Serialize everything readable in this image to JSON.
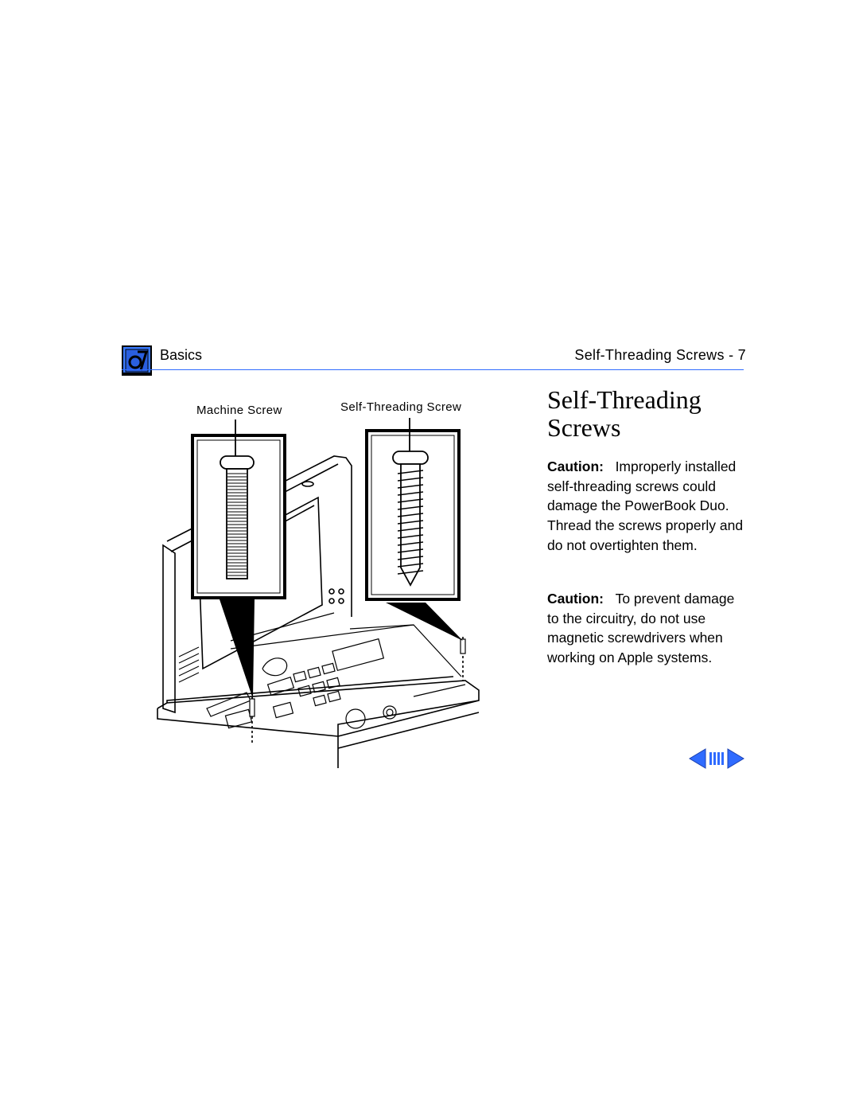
{
  "header": {
    "section": "Basics",
    "page_ref": "Self-Threading Screws - 7"
  },
  "figure": {
    "label_machine": "Machine Screw",
    "label_self_threading": "Self-Threading Screw"
  },
  "content": {
    "title": "Self-Threading Screws",
    "caution1_lead": "Caution:",
    "caution1_text": "Improperly installed self-threading screws could damage the PowerBook Duo.  Thread the screws properly and do not overtighten them.",
    "caution2_lead": "Caution:",
    "caution2_text": "To prevent damage to the circuitry, do not use magnetic screwdrivers when working on Apple systems."
  },
  "icons": {
    "logo": "toolbox-logo-icon",
    "prev": "previous-page-arrow-icon",
    "toc": "contents-bars-icon",
    "next": "next-page-arrow-icon"
  },
  "colors": {
    "accent": "#2f6bff",
    "logo_blue": "#3a7bff"
  }
}
